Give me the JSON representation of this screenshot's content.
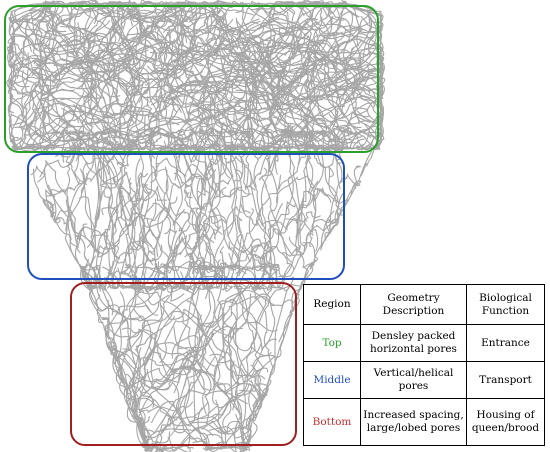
{
  "figure": {
    "colors": {
      "strand": "#a6a6a6",
      "top": "#2aa02a",
      "middle": "#1f4fbf",
      "bottom": "#a02020"
    },
    "regions": [
      {
        "key": "top",
        "label": "Top",
        "density": "dense",
        "orientation": "horizontal"
      },
      {
        "key": "middle",
        "label": "Middle",
        "density": "medium",
        "orientation": "vertical/helical"
      },
      {
        "key": "bottom",
        "label": "Bottom",
        "density": "sparse",
        "orientation": "large/lobed"
      }
    ]
  },
  "table": {
    "headers": {
      "region": "Region",
      "geometry": "Geometry\nDescription",
      "function": "Biological\nFunction"
    },
    "rows": [
      {
        "region": "Top",
        "color": "#2aa02a",
        "geometry": "Densley packed horizontal pores",
        "function": "Entrance"
      },
      {
        "region": "Middle",
        "color": "#1f4fbf",
        "geometry": "Vertical/helical pores",
        "function": "Transport"
      },
      {
        "region": "Bottom",
        "color": "#c03030",
        "geometry": "Increased spacing, large/lobed pores",
        "function": "Housing of queen/brood"
      }
    ]
  }
}
